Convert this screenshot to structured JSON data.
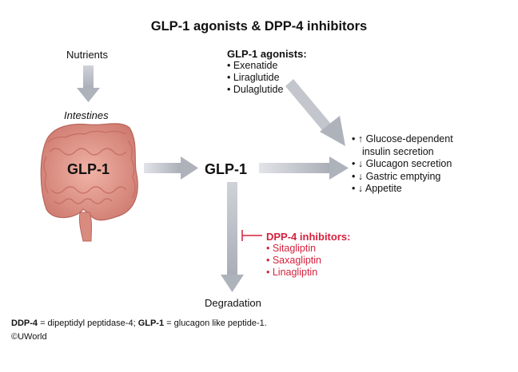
{
  "title": "GLP-1 agonists & DPP-4 inhibitors",
  "nutrients": "Nutrients",
  "intestines": "Intestines",
  "gut_label": "GLP-1",
  "center_label": "GLP-1",
  "agonists": {
    "header": "GLP-1 agonists:",
    "items": [
      "• Exenatide",
      "• Liraglutide",
      "• Dulaglutide"
    ]
  },
  "effects": {
    "items": [
      "• ↑ Glucose-dependent",
      "insulin secretion",
      "• ↓ Glucagon secretion",
      "• ↓ Gastric emptying",
      "• ↓ Appetite"
    ]
  },
  "dpp4": {
    "header": "DPP-4 inhibitors:",
    "items": [
      "• Sitagliptin",
      "• Saxagliptin",
      "• Linagliptin"
    ],
    "color": "#d4213d"
  },
  "degradation": "Degradation",
  "footnote": {
    "abbr1": "DDP-4",
    "def1": " = dipeptidyl peptidase-4; ",
    "abbr2": "GLP-1",
    "def2": " = glucagon like peptide-1."
  },
  "credit": "©UWorld",
  "colors": {
    "arrow": "#b8bcc4",
    "intestine": "#e59a8d",
    "intestine_dark": "#c9716a"
  }
}
